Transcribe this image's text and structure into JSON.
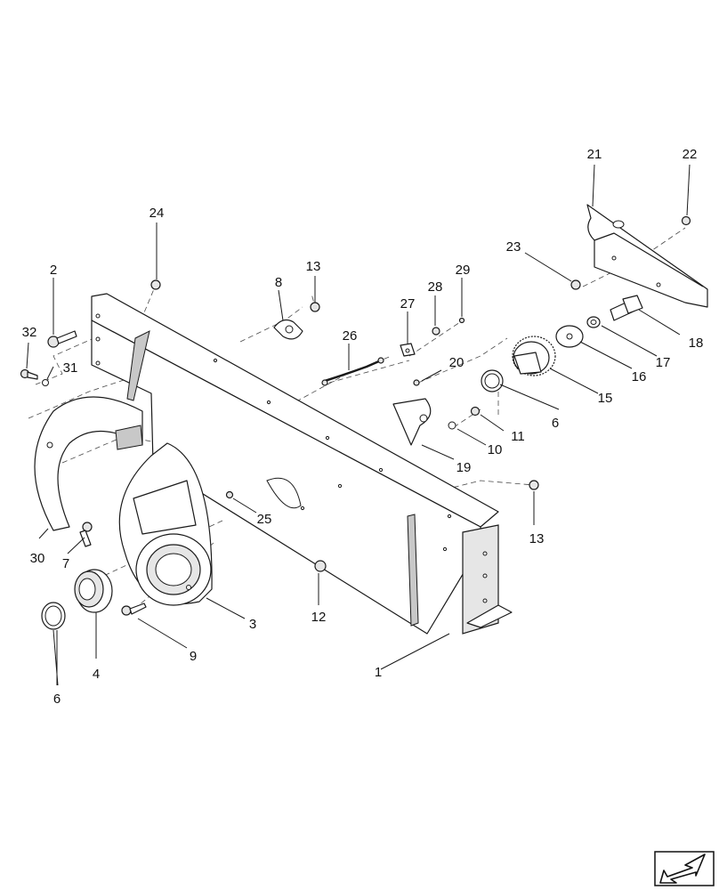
{
  "callouts": [
    {
      "id": "c1",
      "label": "1"
    },
    {
      "id": "c2",
      "label": "2"
    },
    {
      "id": "c3",
      "label": "3"
    },
    {
      "id": "c4",
      "label": "4"
    },
    {
      "id": "c6a",
      "label": "6"
    },
    {
      "id": "c6b",
      "label": "6"
    },
    {
      "id": "c7",
      "label": "7"
    },
    {
      "id": "c8",
      "label": "8"
    },
    {
      "id": "c9",
      "label": "9"
    },
    {
      "id": "c10",
      "label": "10"
    },
    {
      "id": "c11",
      "label": "11"
    },
    {
      "id": "c12",
      "label": "12"
    },
    {
      "id": "c13a",
      "label": "13"
    },
    {
      "id": "c13b",
      "label": "13"
    },
    {
      "id": "c15",
      "label": "15"
    },
    {
      "id": "c16",
      "label": "16"
    },
    {
      "id": "c17",
      "label": "17"
    },
    {
      "id": "c18",
      "label": "18"
    },
    {
      "id": "c19",
      "label": "19"
    },
    {
      "id": "c20",
      "label": "20"
    },
    {
      "id": "c21",
      "label": "21"
    },
    {
      "id": "c22",
      "label": "22"
    },
    {
      "id": "c23",
      "label": "23"
    },
    {
      "id": "c24",
      "label": "24"
    },
    {
      "id": "c25",
      "label": "25"
    },
    {
      "id": "c26",
      "label": "26"
    },
    {
      "id": "c27",
      "label": "27"
    },
    {
      "id": "c28",
      "label": "28"
    },
    {
      "id": "c29",
      "label": "29"
    },
    {
      "id": "c30",
      "label": "30"
    },
    {
      "id": "c31",
      "label": "31"
    },
    {
      "id": "c32",
      "label": "32"
    }
  ],
  "navigation": {
    "icon": "previous-page-arrow-icon"
  }
}
